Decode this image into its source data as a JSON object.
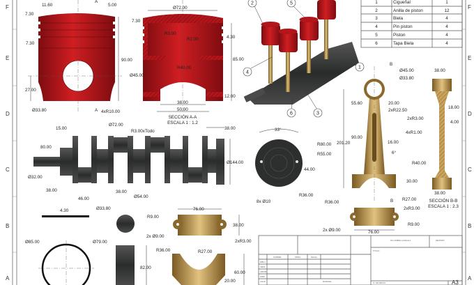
{
  "colors": {
    "piston": "#b3151a",
    "crank": "#3a3c3c",
    "rod": "#8a6a2c",
    "rod_light": "#d2b071",
    "frame": "#555555"
  },
  "zones": {
    "left": [
      "F",
      "E",
      "D",
      "C",
      "B",
      "A"
    ],
    "right": [
      "F",
      "E",
      "D",
      "C",
      "B",
      "A"
    ]
  },
  "bom": {
    "rows": [
      {
        "n": "1",
        "part": "Cigueñal",
        "qty": "1"
      },
      {
        "n": "2",
        "part": "Anilla de piston",
        "qty": "12"
      },
      {
        "n": "3",
        "part": "Biela",
        "qty": "4"
      },
      {
        "n": "4",
        "part": "Pin piston",
        "qty": "4"
      },
      {
        "n": "5",
        "part": "Piston",
        "qty": "4"
      },
      {
        "n": "6",
        "part": "Tapa Biela",
        "qty": "4"
      }
    ]
  },
  "balloons": [
    "2",
    "5",
    "4",
    "1",
    "6",
    "3"
  ],
  "piston_front": {
    "dims": [
      "11.60",
      "5.00",
      "7.30",
      "7.30",
      "90.00",
      "27.00",
      "Ø33.80",
      "4xR10.00"
    ],
    "section_marks": [
      "A",
      "A"
    ]
  },
  "piston_section": {
    "dims": [
      "Ø72.00",
      "7.30",
      "R3.00",
      "R2.00",
      "4.30",
      "85.00",
      "Ø45.00",
      "R40.00",
      "12.00",
      "38.00",
      "50.00"
    ],
    "title": "SECCIÓN A-A",
    "scale": "ESCALA 1 : 1.2"
  },
  "crankshaft": {
    "dims": [
      "15.00",
      "Ø72.00",
      "R3.00xTodo",
      "38.00",
      "80.00",
      "Ø144.00",
      "Ø32.00",
      "38.00",
      "46.00",
      "38.00",
      "Ø54.00"
    ]
  },
  "flywheel": {
    "dims": [
      "33°",
      "R80.00",
      "R55.00",
      "44.00",
      "R36.00",
      "8x Ø10"
    ]
  },
  "conrod": {
    "dims": [
      "B",
      "Ø45.00",
      "Ø33.80",
      "55.60",
      "20.00",
      "2xR22.50",
      "90.00",
      "201.20",
      "16.00",
      "6°",
      "R40.00",
      "30.00",
      "R36.00",
      "R27.00",
      "B"
    ]
  },
  "conrod_section": {
    "dims": [
      "38.00",
      "18.00",
      "2xR3.00",
      "4.00",
      "4xR1.00",
      "38.00"
    ],
    "title": "SECCIÓN B-B",
    "scale": "ESCALA 1 : 2.3"
  },
  "rod_cap": {
    "dims": [
      "2xR3.00",
      "R9.00",
      "2x Ø9.00",
      "76.00"
    ]
  },
  "ring": {
    "dims": [
      "4.30",
      "Ø85.00",
      "Ø79.00"
    ]
  },
  "pin": {
    "dims": [
      "Ø33.80",
      "82.00"
    ]
  },
  "cap_detail": {
    "dims": [
      "76.00",
      "R9.00",
      "2x Ø9.00",
      "38.00",
      "2xR3.00"
    ]
  },
  "bigend_detail": {
    "dims": [
      "R36.00",
      "R27.00",
      "60.00",
      "20.00"
    ]
  },
  "title_block": {
    "headers": [
      "NOMBRE",
      "FIRMA",
      "FECHA"
    ],
    "rows": [
      "DIBUJ.",
      "VERIF.",
      "APROB.",
      "FABR.",
      "CALID."
    ],
    "material": "MATERIAL:",
    "title_label": "TÍTULO:",
    "drawing_no": "N.º DE DIBUJO",
    "sheet": "A3",
    "revision": "REVISIÓN",
    "no_change": "NO CAMBIE LA ESCALA"
  }
}
